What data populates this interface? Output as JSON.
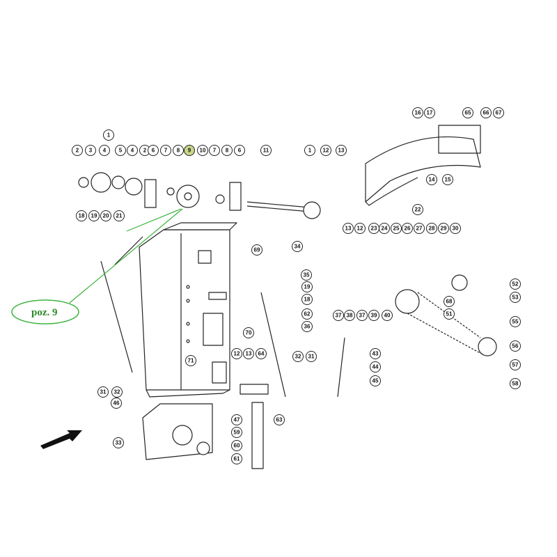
{
  "callout": {
    "text": "poz. 9",
    "highlight_color": "#c8d88a",
    "stroke_color": "#3cb43c"
  },
  "labels": {
    "a1": "1",
    "a2": "2",
    "a3": "3",
    "a4": "4",
    "a5": "5",
    "a4b": "4",
    "a2b": "2",
    "a6": "6",
    "a7": "7",
    "a8": "8",
    "a9": "9",
    "a10": "10",
    "a7b": "7",
    "a8b": "8",
    "a6b": "6",
    "a11": "11",
    "a1b": "1",
    "a12": "12",
    "a13": "13",
    "a16": "16",
    "a17": "17",
    "a65": "65",
    "a66": "66",
    "a67": "67",
    "a14": "14",
    "a15": "15",
    "a18": "18",
    "a19": "19",
    "a20": "20",
    "a21": "21",
    "a22": "22",
    "a23": "23",
    "a24": "24",
    "a25": "25",
    "a26": "26",
    "a27": "27",
    "a28": "28",
    "a29": "29",
    "a30": "30",
    "a13b": "13",
    "a12b": "12",
    "a34": "34",
    "a69": "69",
    "a35": "35",
    "a19b": "19",
    "a18b": "18",
    "a62": "62",
    "a52": "52",
    "a53": "53",
    "a55": "55",
    "a56": "56",
    "a57": "57",
    "a58": "58",
    "a68": "68",
    "a51": "51",
    "a37": "37",
    "a38": "38",
    "a37b": "37",
    "a39": "39",
    "a40": "40",
    "a36": "36",
    "a43": "43",
    "a44": "44",
    "a45": "45",
    "a70": "70",
    "a12c": "12",
    "a13c": "13",
    "a71": "71",
    "a64": "64",
    "a32": "32",
    "a31": "31",
    "a31b": "31",
    "a32b": "32",
    "a46": "46",
    "a47": "47",
    "a63": "63",
    "a33": "33",
    "a59": "59",
    "a60": "60",
    "a61": "61"
  }
}
